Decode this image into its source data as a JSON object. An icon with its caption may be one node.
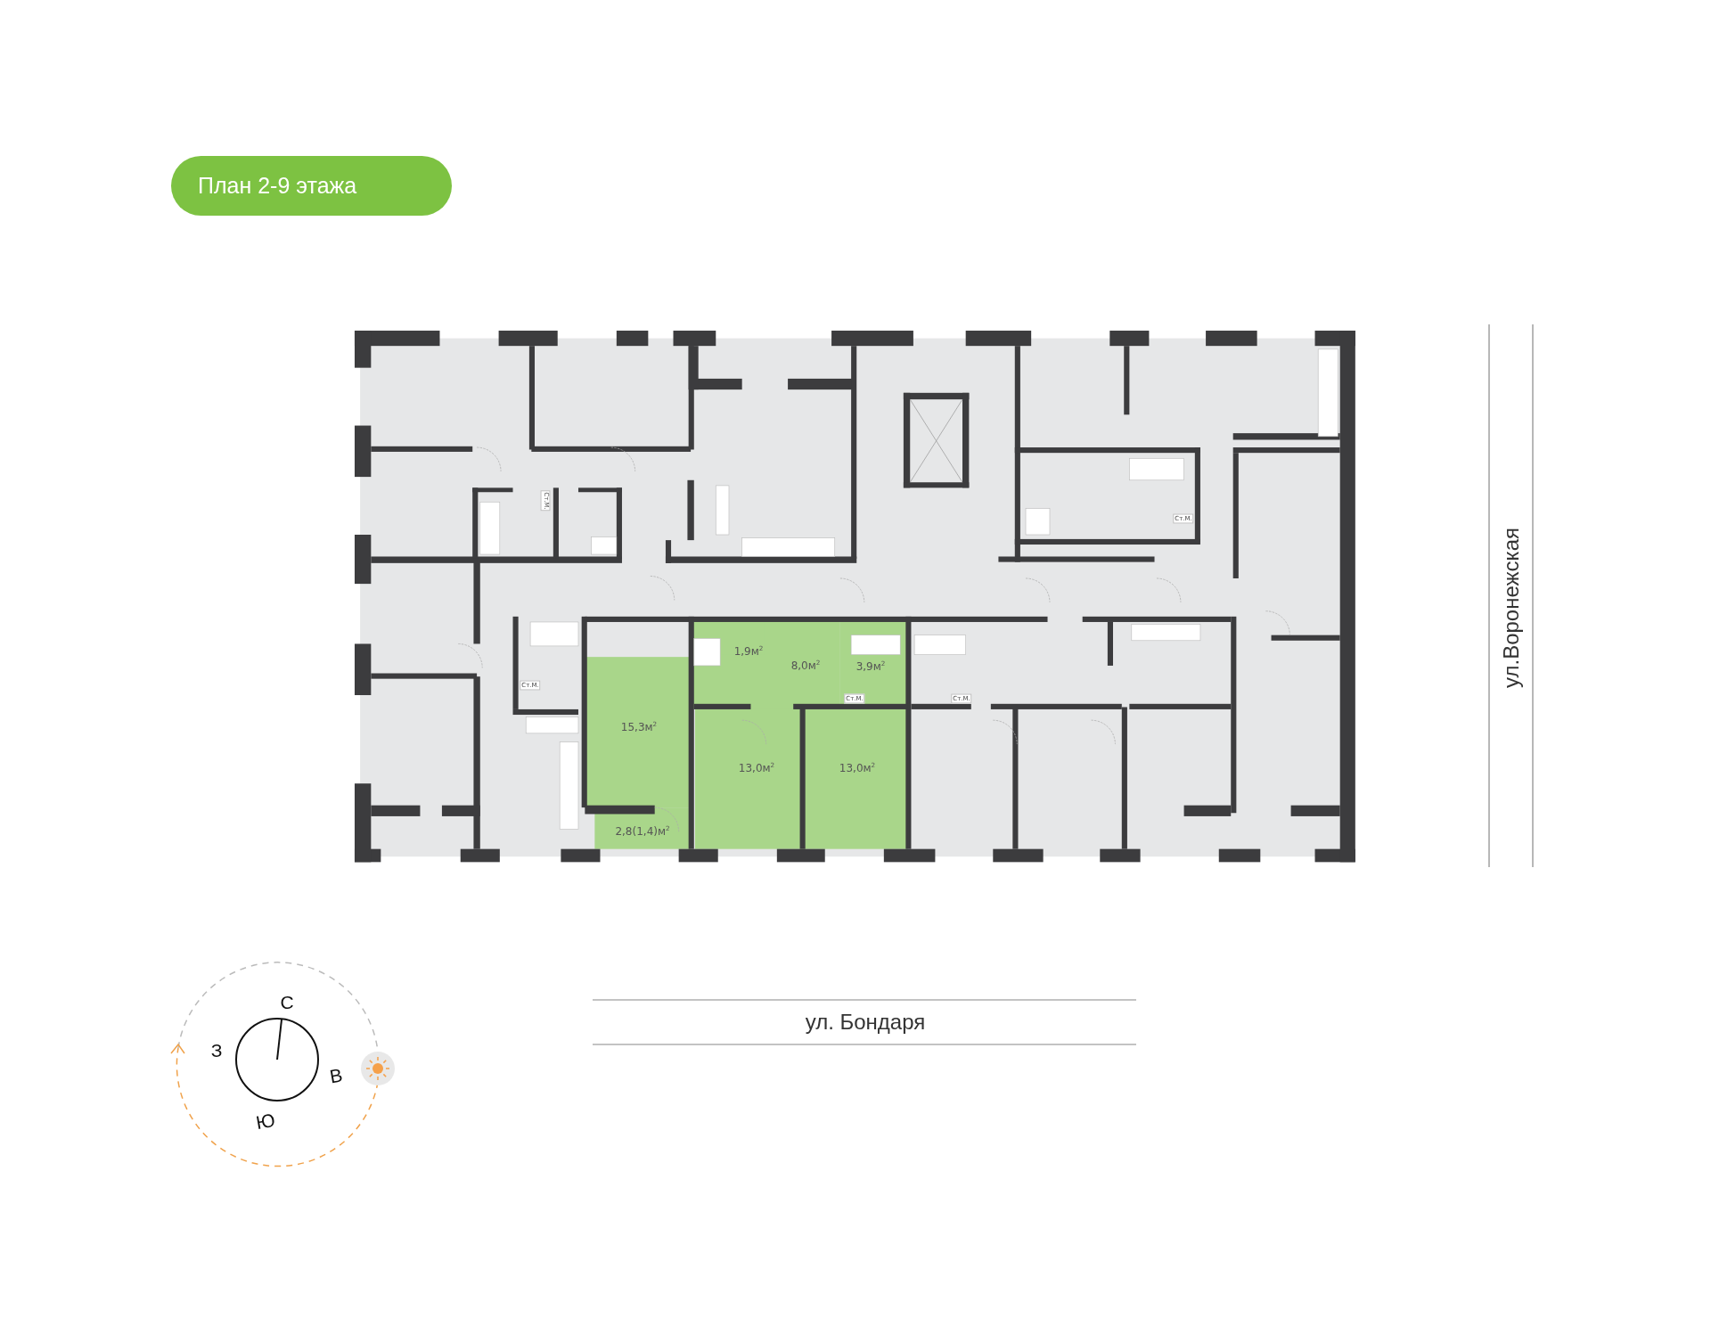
{
  "diagram": {
    "title": "План 2-9 этажа",
    "labels": [
      "Ст.М.",
      "Ст.М.",
      "1,9м$^{2}$",
      "8,0м$^{2}$",
      "3,9м$^{2}$",
      "Ст.М.",
      "Ст.М.",
      "Ст.М.",
      "15,3м$^{2}$",
      "13,0м$^{2}$",
      "13,0м$^{2}$",
      "2,8(1,4)м$^{2}$",
      "ул.Воронежская",
      "С",
      "З",
      "В",
      "ул. Бондаря",
      "Ю"
    ]
  }
}
